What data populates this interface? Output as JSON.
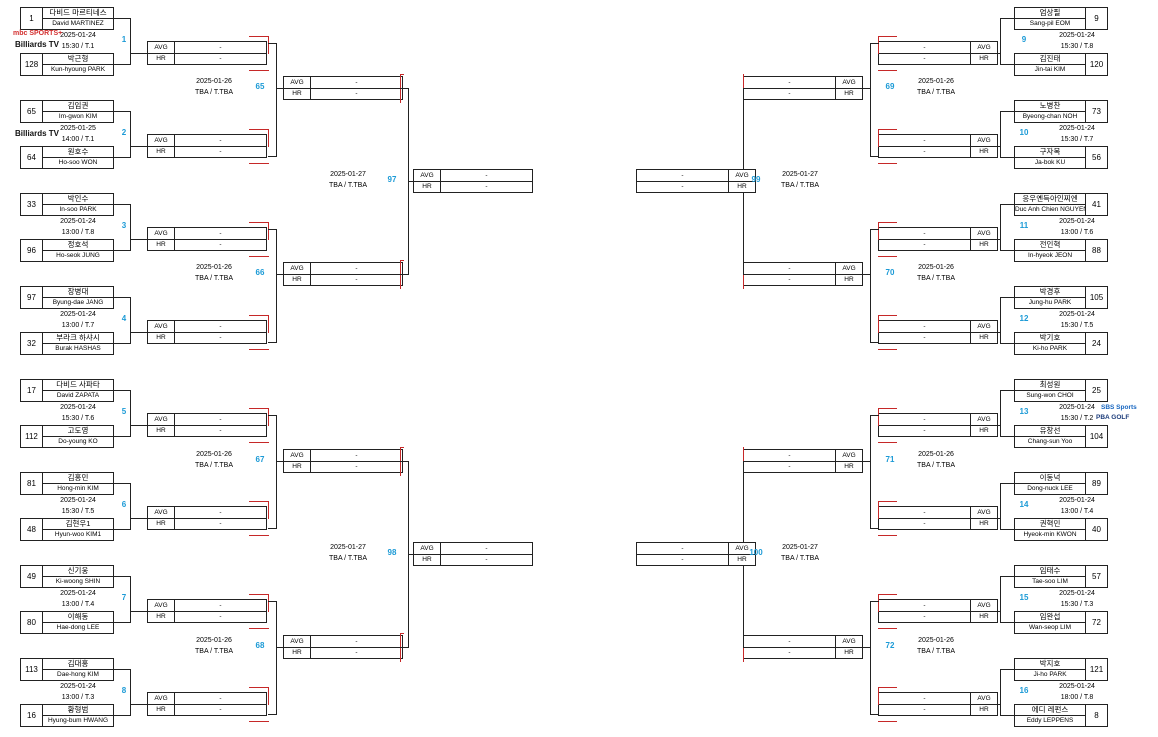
{
  "labels": {
    "avg": "AVG",
    "hr": "HR",
    "score": "-"
  },
  "colors": {
    "match_number": "#1b9ad6",
    "red_line": "#c62828"
  },
  "logos": {
    "mbc_sports": "mbc SPORTS+",
    "billiards_tv_1": "Billiards TV",
    "billiards_tv_2": "Billiards TV",
    "sbs_sports": "SBS Sports",
    "pba_golf": "PBA GOLF"
  },
  "r1": [
    {
      "num": "1",
      "date": "2025-01-24",
      "time": "15:30 / T.1",
      "p1": {
        "seed": "1",
        "kr": "다비드 마르티네스",
        "en": "David MARTINEZ"
      },
      "p2": {
        "seed": "128",
        "kr": "박근형",
        "en": "Kun-hyoung PARK"
      }
    },
    {
      "num": "2",
      "date": "2025-01-25",
      "time": "14:00 / T.1",
      "p1": {
        "seed": "65",
        "kr": "김임권",
        "en": "Im-gwon KIM"
      },
      "p2": {
        "seed": "64",
        "kr": "원호수",
        "en": "Ho-soo WON"
      }
    },
    {
      "num": "3",
      "date": "2025-01-24",
      "time": "13:00 / T.8",
      "p1": {
        "seed": "33",
        "kr": "박인수",
        "en": "In-soo PARK"
      },
      "p2": {
        "seed": "96",
        "kr": "정호석",
        "en": "Ho-seok JUNG"
      }
    },
    {
      "num": "4",
      "date": "2025-01-24",
      "time": "13:00 / T.7",
      "p1": {
        "seed": "97",
        "kr": "장병대",
        "en": "Byung-dae JANG"
      },
      "p2": {
        "seed": "32",
        "kr": "부라크 하샤시",
        "en": "Burak HASHAS"
      }
    },
    {
      "num": "5",
      "date": "2025-01-24",
      "time": "15:30 / T.6",
      "p1": {
        "seed": "17",
        "kr": "다비드 사파타",
        "en": "David ZAPATA"
      },
      "p2": {
        "seed": "112",
        "kr": "고도영",
        "en": "Do-young KO"
      }
    },
    {
      "num": "6",
      "date": "2025-01-24",
      "time": "15:30 / T.5",
      "p1": {
        "seed": "81",
        "kr": "김홍민",
        "en": "Hong-min KIM"
      },
      "p2": {
        "seed": "48",
        "kr": "김현우1",
        "en": "Hyun-woo KIM1"
      }
    },
    {
      "num": "7",
      "date": "2025-01-24",
      "time": "13:00 / T.4",
      "p1": {
        "seed": "49",
        "kr": "신기웅",
        "en": "Ki-woong SHIN"
      },
      "p2": {
        "seed": "80",
        "kr": "이해동",
        "en": "Hae-dong LEE"
      }
    },
    {
      "num": "8",
      "date": "2025-01-24",
      "time": "13:00 / T.3",
      "p1": {
        "seed": "113",
        "kr": "김대홍",
        "en": "Dae-hong KIM"
      },
      "p2": {
        "seed": "16",
        "kr": "황형범",
        "en": "Hyung-bum HWANG"
      }
    },
    {
      "num": "9",
      "date": "2025-01-24",
      "time": "15:30 / T.8",
      "p1": {
        "seed": "9",
        "kr": "엄상필",
        "en": "Sang-pil EOM"
      },
      "p2": {
        "seed": "120",
        "kr": "김진태",
        "en": "Jin-tai KIM"
      }
    },
    {
      "num": "10",
      "date": "2025-01-24",
      "time": "15:30 / T.7",
      "p1": {
        "seed": "73",
        "kr": "노병찬",
        "en": "Byeong-chan NOH"
      },
      "p2": {
        "seed": "56",
        "kr": "구자복",
        "en": "Ja-bok KU"
      }
    },
    {
      "num": "11",
      "date": "2025-01-24",
      "time": "13:00 / T.6",
      "p1": {
        "seed": "41",
        "kr": "응우옌득아인찌엔",
        "en": "Duc Anh Chien NGUYEN"
      },
      "p2": {
        "seed": "88",
        "kr": "전인혁",
        "en": "In-hyeok JEON"
      }
    },
    {
      "num": "12",
      "date": "2025-01-24",
      "time": "15:30 / T.5",
      "p1": {
        "seed": "105",
        "kr": "박경후",
        "en": "Jung-hu PARK"
      },
      "p2": {
        "seed": "24",
        "kr": "박기호",
        "en": "Ki-ho PARK"
      }
    },
    {
      "num": "13",
      "date": "2025-01-24",
      "time": "15:30 / T.2",
      "p1": {
        "seed": "25",
        "kr": "최성원",
        "en": "Sung-won CHOI"
      },
      "p2": {
        "seed": "104",
        "kr": "유창선",
        "en": "Chang-sun Yoo"
      }
    },
    {
      "num": "14",
      "date": "2025-01-24",
      "time": "13:00 / T.4",
      "p1": {
        "seed": "89",
        "kr": "이동넉",
        "en": "Dong-nuck LEE"
      },
      "p2": {
        "seed": "40",
        "kr": "권혁민",
        "en": "Hyeok-min KWON"
      }
    },
    {
      "num": "15",
      "date": "2025-01-24",
      "time": "15:30 / T.3",
      "p1": {
        "seed": "57",
        "kr": "임태수",
        "en": "Tae-soo LIM"
      },
      "p2": {
        "seed": "72",
        "kr": "임완섭",
        "en": "Wan-seop LIM"
      }
    },
    {
      "num": "16",
      "date": "2025-01-24",
      "time": "18:00 / T.8",
      "p1": {
        "seed": "121",
        "kr": "박지호",
        "en": "Ji-ho PARK"
      },
      "p2": {
        "seed": "8",
        "kr": "에디 레펀스",
        "en": "Eddy LEPPENS"
      }
    }
  ],
  "r2": [
    {
      "num": "65",
      "date": "2025-01-26",
      "time": "TBA / T.TBA"
    },
    {
      "num": "66",
      "date": "2025-01-26",
      "time": "TBA / T.TBA"
    },
    {
      "num": "67",
      "date": "2025-01-26",
      "time": "TBA / T.TBA"
    },
    {
      "num": "68",
      "date": "2025-01-26",
      "time": "TBA / T.TBA"
    },
    {
      "num": "69",
      "date": "2025-01-26",
      "time": "TBA / T.TBA"
    },
    {
      "num": "70",
      "date": "2025-01-26",
      "time": "TBA / T.TBA"
    },
    {
      "num": "71",
      "date": "2025-01-26",
      "time": "TBA / T.TBA"
    },
    {
      "num": "72",
      "date": "2025-01-26",
      "time": "TBA / T.TBA"
    }
  ],
  "r3": [
    {
      "num": "97",
      "date": "2025-01-27",
      "time": "TBA / T.TBA"
    },
    {
      "num": "98",
      "date": "2025-01-27",
      "time": "TBA / T.TBA"
    },
    {
      "num": "99",
      "date": "2025-01-27",
      "time": "TBA / T.TBA"
    },
    {
      "num": "100",
      "date": "2025-01-27",
      "time": "TBA / T.TBA"
    }
  ]
}
